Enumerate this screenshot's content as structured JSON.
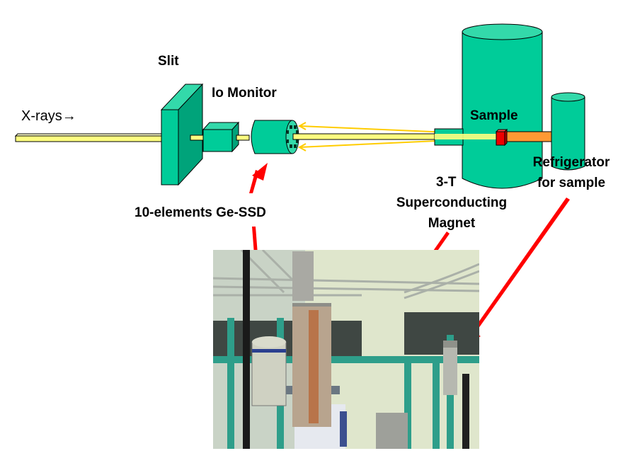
{
  "labels": {
    "xrays": "X-rays→",
    "slit": "Slit",
    "io_monitor": "Io Monitor",
    "sample": "Sample",
    "refrigerator_line1": "Refrigerator",
    "refrigerator_line2": "for sample",
    "magnet_line1": "3-T",
    "magnet_line2": "Superconducting",
    "magnet_line3": "Magnet",
    "detector": "10-elements Ge-SSD"
  },
  "colors": {
    "component_green": "#00cc99",
    "component_green_light": "#33d9aa",
    "component_green_dark": "#00a37a",
    "beam_yellow": "#ffff80",
    "fluorescence_orange": "#ffcc00",
    "sample_red": "#ee0000",
    "rod_orange": "#ff9933",
    "pointer_red": "#ff0000"
  },
  "photo": {
    "description": "Photograph of the experimental setup: Ge-SSD detector, superconducting magnet cryostat and sample refrigerator"
  }
}
